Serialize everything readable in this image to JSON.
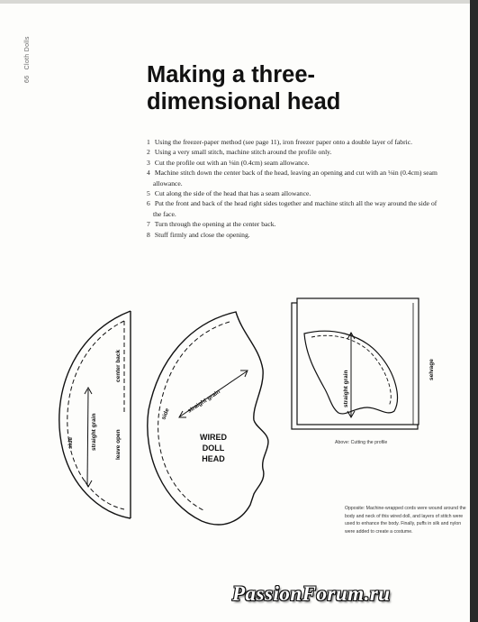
{
  "page": {
    "number": "66",
    "section": "Cloth Dolls",
    "title_lines": [
      "Making a three-",
      "dimensional head"
    ]
  },
  "steps": [
    {
      "num": "1",
      "text": "Using the freezer-paper method (see page 11), iron freezer paper onto a double layer of fabric."
    },
    {
      "num": "2",
      "text": "Using a very small stitch, machine stitch around the profile only."
    },
    {
      "num": "3",
      "text": "Cut the profile out with an ⅛in (0.4cm) seam allowance."
    },
    {
      "num": "4",
      "text": "Machine stitch down the center back of the head, leaving an opening and cut with an ⅛in (0.4cm) seam allowance."
    },
    {
      "num": "5",
      "text": "Cut along the side of the head that has a seam allowance."
    },
    {
      "num": "6",
      "text": "Put the front and back of the head right sides together and machine stitch all the way around the side of the face."
    },
    {
      "num": "7",
      "text": "Turn through the opening at the center back."
    },
    {
      "num": "8",
      "text": "Stuff firmly and close the opening."
    }
  ],
  "diagram_back": {
    "label_side": "side",
    "label_grain": "straight grain",
    "label_center_back": "center back",
    "label_leave_open": "leave open"
  },
  "diagram_profile": {
    "label_side": "side",
    "label_grain": "straight grain",
    "head_label_lines": [
      "WIRED",
      "DOLL",
      "HEAD"
    ]
  },
  "diagram_fabric": {
    "label_grain": "straight grain",
    "label_selvage": "selvage",
    "caption": "Above: Cutting the profile"
  },
  "caption_box": "Opposite: Machine-wrapped cords were wound around the body and neck of this wired doll, and layers of stitch were used to enhance the body. Finally, puffs in silk and nylon were added to create a costume.",
  "watermark": "PassionForum.ru"
}
